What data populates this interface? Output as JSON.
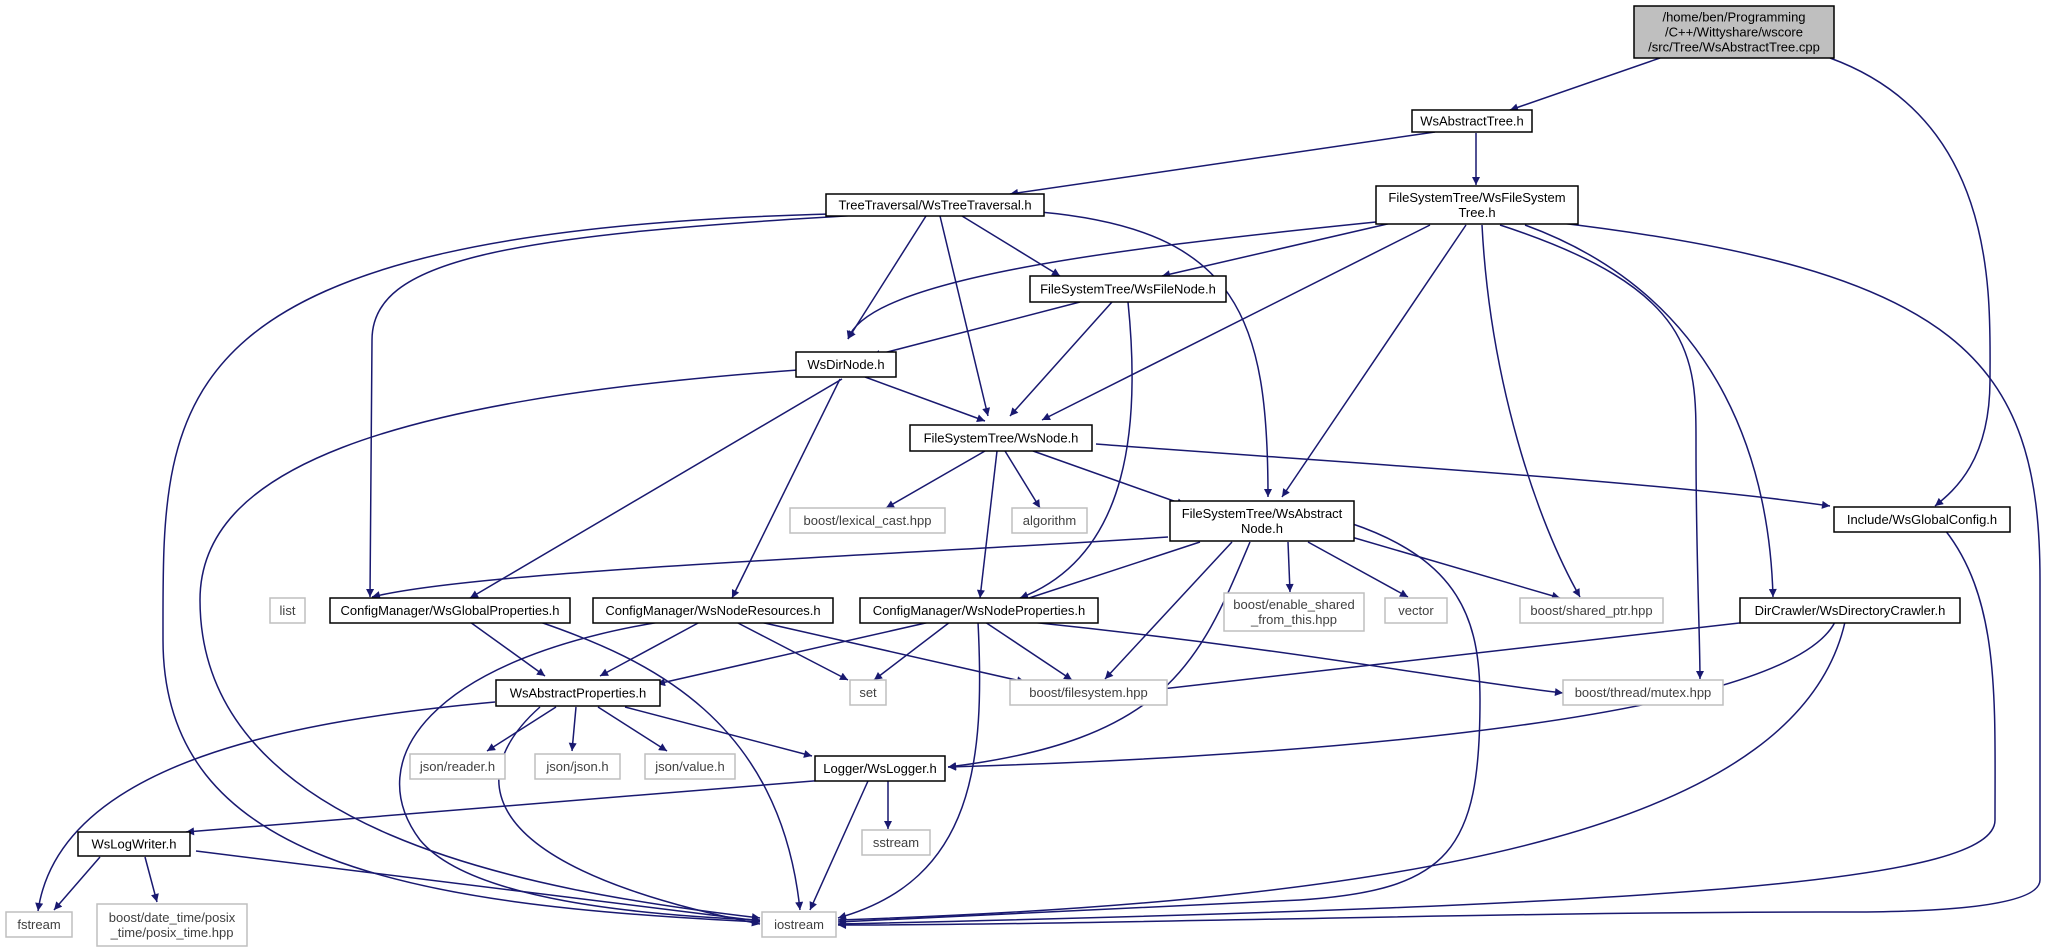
{
  "colors": {
    "edge": "#191970",
    "root_fill": "#bfbfbf",
    "project_stroke": "#000000",
    "external_stroke": "#bfbfbf",
    "external_text": "#404040"
  },
  "nodes": {
    "root": {
      "lines": [
        "/home/ben/Programming",
        "/C++/Wittyshare/wscore",
        "/src/Tree/WsAbstractTree.cpp"
      ],
      "kind": "root"
    },
    "wsabstracttree_h": {
      "lines": [
        "WsAbstractTree.h"
      ],
      "kind": "project"
    },
    "treetraversal": {
      "lines": [
        "TreeTraversal/WsTreeTraversal.h"
      ],
      "kind": "project"
    },
    "filesystemtree": {
      "lines": [
        "FileSystemTree/WsFileSystem",
        "Tree.h"
      ],
      "kind": "project"
    },
    "wsfilenode": {
      "lines": [
        "FileSystemTree/WsFileNode.h"
      ],
      "kind": "project"
    },
    "wsdirnode": {
      "lines": [
        "WsDirNode.h"
      ],
      "kind": "project"
    },
    "wsnode": {
      "lines": [
        "FileSystemTree/WsNode.h"
      ],
      "kind": "project"
    },
    "lexical_cast": {
      "lines": [
        "boost/lexical_cast.hpp"
      ],
      "kind": "external"
    },
    "algorithm": {
      "lines": [
        "algorithm"
      ],
      "kind": "external"
    },
    "wsabstractnode": {
      "lines": [
        "FileSystemTree/WsAbstract",
        "Node.h"
      ],
      "kind": "project"
    },
    "wsglobalconfig": {
      "lines": [
        "Include/WsGlobalConfig.h"
      ],
      "kind": "project"
    },
    "list": {
      "lines": [
        "list"
      ],
      "kind": "external"
    },
    "wsglobalprops": {
      "lines": [
        "ConfigManager/WsGlobalProperties.h"
      ],
      "kind": "project"
    },
    "wsnoderesources": {
      "lines": [
        "ConfigManager/WsNodeResources.h"
      ],
      "kind": "project"
    },
    "wsnodeprops": {
      "lines": [
        "ConfigManager/WsNodeProperties.h"
      ],
      "kind": "project"
    },
    "enable_shared": {
      "lines": [
        "boost/enable_shared",
        "_from_this.hpp"
      ],
      "kind": "external"
    },
    "vector": {
      "lines": [
        "vector"
      ],
      "kind": "external"
    },
    "shared_ptr": {
      "lines": [
        "boost/shared_ptr.hpp"
      ],
      "kind": "external"
    },
    "dircrawler": {
      "lines": [
        "DirCrawler/WsDirectoryCrawler.h"
      ],
      "kind": "project"
    },
    "wsabstractprops": {
      "lines": [
        "WsAbstractProperties.h"
      ],
      "kind": "project"
    },
    "set": {
      "lines": [
        "set"
      ],
      "kind": "external"
    },
    "filesystem": {
      "lines": [
        "boost/filesystem.hpp"
      ],
      "kind": "external"
    },
    "mutex": {
      "lines": [
        "boost/thread/mutex.hpp"
      ],
      "kind": "external"
    },
    "json_reader": {
      "lines": [
        "json/reader.h"
      ],
      "kind": "external"
    },
    "json_json": {
      "lines": [
        "json/json.h"
      ],
      "kind": "external"
    },
    "json_value": {
      "lines": [
        "json/value.h"
      ],
      "kind": "external"
    },
    "wslogger": {
      "lines": [
        "Logger/WsLogger.h"
      ],
      "kind": "project"
    },
    "sstream": {
      "lines": [
        "sstream"
      ],
      "kind": "external"
    },
    "wslogwriter": {
      "lines": [
        "WsLogWriter.h"
      ],
      "kind": "project"
    },
    "fstream": {
      "lines": [
        "fstream"
      ],
      "kind": "external"
    },
    "posix_time": {
      "lines": [
        "boost/date_time/posix",
        "_time/posix_time.hpp"
      ],
      "kind": "external"
    },
    "iostream": {
      "lines": [
        "iostream"
      ],
      "kind": "external"
    }
  }
}
